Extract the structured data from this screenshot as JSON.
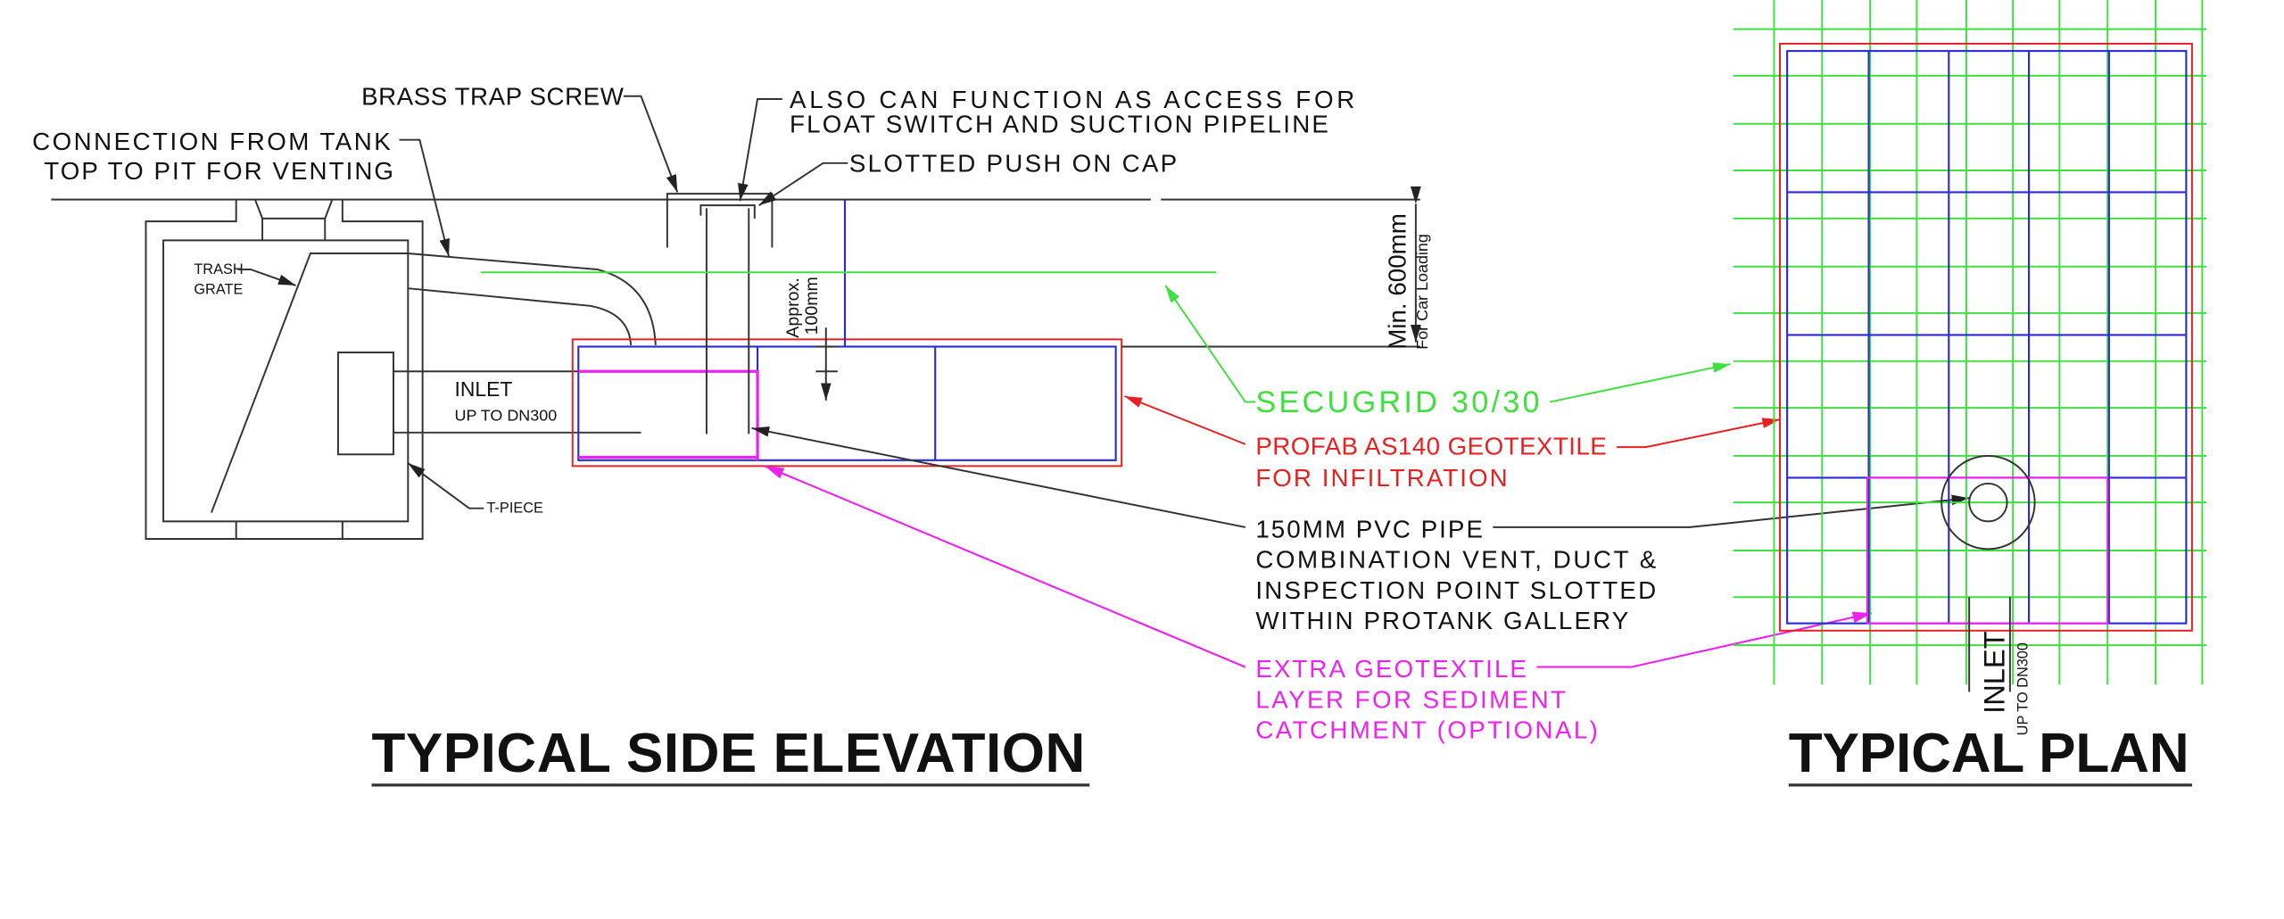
{
  "colors": {
    "green": "#3ee03e",
    "red": "#e82020",
    "blue": "#2a2ad6",
    "magenta": "#ee22ee",
    "black": "#111111"
  },
  "elevation": {
    "title": "TYPICAL SIDE ELEVATION",
    "brass_trap_screw": "BRASS TRAP SCREW",
    "access_line1": "ALSO CAN FUNCTION AS ACCESS FOR",
    "access_line2": "FLOAT SWITCH AND SUCTION PIPELINE",
    "slotted_cap": "SLOTTED PUSH ON CAP",
    "connection_line1": "CONNECTION FROM TANK",
    "connection_line2": "TOP TO PIT FOR VENTING",
    "trash_line1": "TRASH",
    "trash_line2": "GRATE",
    "inlet": "INLET",
    "inlet_size": "UP TO DN300",
    "t_piece": "T-PIECE",
    "approx_line1": "Approx.",
    "approx_line2": "100mm",
    "min_line1": "Min. 600mm",
    "min_line2": "For Car Loading"
  },
  "callouts": {
    "secugrid": "SECUGRID 30/30",
    "profab_line1": "PROFAB AS140 GEOTEXTILE",
    "profab_line2": "FOR INFILTRATION",
    "pipe_line1": "150MM PVC PIPE",
    "pipe_line2": "COMBINATION VENT, DUCT &",
    "pipe_line3": "INSPECTION POINT SLOTTED",
    "pipe_line4": "WITHIN PROTANK GALLERY",
    "extra_line1": "EXTRA GEOTEXTILE",
    "extra_line2": "LAYER FOR SEDIMENT",
    "extra_line3": "CATCHMENT (OPTIONAL)"
  },
  "plan": {
    "title": "TYPICAL PLAN",
    "inlet": "INLET",
    "inlet_size": "UP TO DN300"
  }
}
